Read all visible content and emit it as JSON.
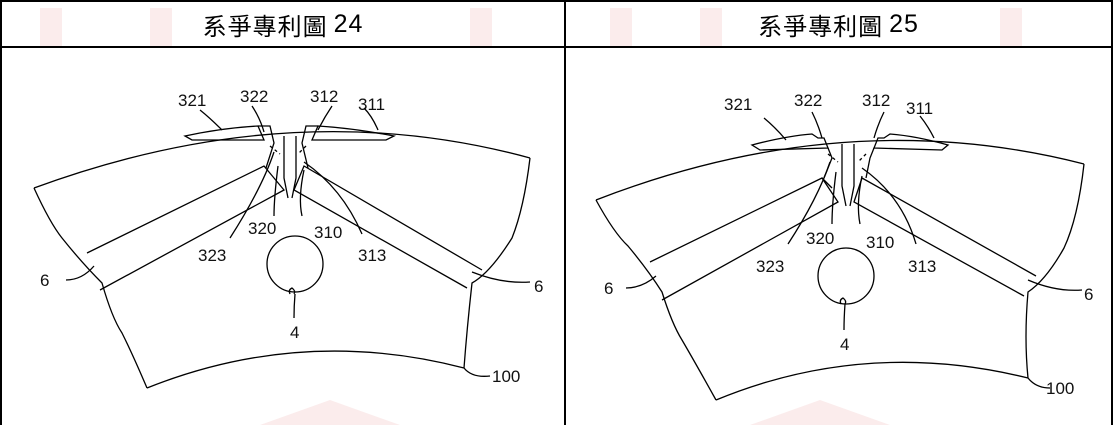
{
  "panels": [
    {
      "title_prefix": "系爭專利圖",
      "title_number": "24",
      "labels": {
        "l321": "321",
        "l322": "322",
        "l312": "312",
        "l311": "311",
        "l320": "320",
        "l310": "310",
        "l323": "323",
        "l313": "313",
        "l6a": "6",
        "l6b": "6",
        "l4": "4",
        "l100": "100"
      }
    },
    {
      "title_prefix": "系爭專利圖",
      "title_number": "25",
      "labels": {
        "l321": "321",
        "l322": "322",
        "l312": "312",
        "l311": "311",
        "l320": "320",
        "l310": "310",
        "l323": "323",
        "l313": "313",
        "l6a": "6",
        "l6b": "6",
        "l4": "4",
        "l100": "100"
      }
    }
  ],
  "colors": {
    "line": "#000000",
    "watermark": "#f6d6d6"
  }
}
